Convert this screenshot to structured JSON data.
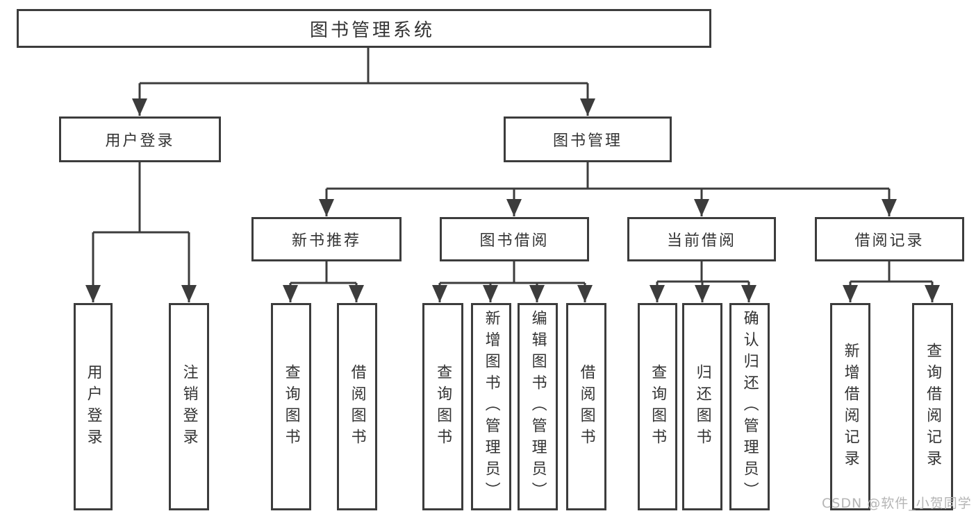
{
  "diagram": {
    "root": {
      "label": "图书管理系统"
    },
    "level2": [
      {
        "label": "用户登录"
      },
      {
        "label": "图书管理"
      }
    ],
    "level3": [
      {
        "label": "新书推荐",
        "parent": "图书管理"
      },
      {
        "label": "图书借阅",
        "parent": "图书管理"
      },
      {
        "label": "当前借阅",
        "parent": "图书管理"
      },
      {
        "label": "借阅记录",
        "parent": "图书管理"
      }
    ],
    "leaves": [
      {
        "label": "用户登录",
        "parent": "用户登录"
      },
      {
        "label": "注销登录",
        "parent": "用户登录"
      },
      {
        "label": "查询图书",
        "parent": "新书推荐"
      },
      {
        "label": "借阅图书",
        "parent": "新书推荐"
      },
      {
        "label": "查询图书",
        "parent": "图书借阅"
      },
      {
        "label": "新增图书（管理员）",
        "parent": "图书借阅"
      },
      {
        "label": "编辑图书（管理员）",
        "parent": "图书借阅"
      },
      {
        "label": "借阅图书",
        "parent": "图书借阅"
      },
      {
        "label": "查询图书",
        "parent": "当前借阅"
      },
      {
        "label": "归还图书",
        "parent": "当前借阅"
      },
      {
        "label": "确认归还（管理员）",
        "parent": "当前借阅"
      },
      {
        "label": "新增借阅记录",
        "parent": "借阅记录"
      },
      {
        "label": "查询借阅记录",
        "parent": "借阅记录"
      }
    ]
  },
  "watermark": {
    "text": "CSDN @软件_小贺同学"
  },
  "colors": {
    "box_border": "#3c3c3c",
    "connector": "#3c3c3c",
    "text": "#333333",
    "watermark": "#b5b5b5",
    "background": "#ffffff"
  }
}
